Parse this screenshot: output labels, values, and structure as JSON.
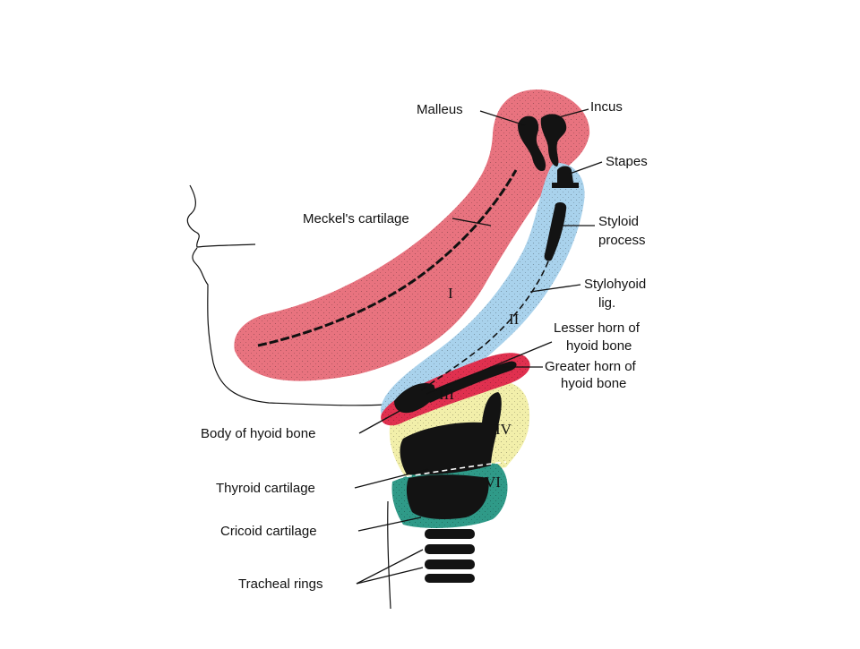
{
  "colors": {
    "arch1": "#e8737f",
    "arch2": "#a9d2ec",
    "arch3": "#e0304f",
    "arch4": "#f2efaa",
    "arch6": "#2f9a88",
    "bone": "#131313"
  },
  "labels": {
    "malleus": "Malleus",
    "incus": "Incus",
    "stapes": "Stapes",
    "meckels_cartilage": "Meckel's cartilage",
    "styloid_process_1": "Styloid",
    "styloid_process_2": "process",
    "stylohyoid_lig_1": "Stylohyoid",
    "stylohyoid_lig_2": "lig.",
    "lesser_horn_1": "Lesser horn of",
    "lesser_horn_2": "hyoid bone",
    "greater_horn_1": "Greater horn of",
    "greater_horn_2": "hyoid bone",
    "body_of_hyoid": "Body of hyoid bone",
    "thyroid_cartilage": "Thyroid cartilage",
    "cricoid_cartilage": "Cricoid cartilage",
    "tracheal_rings": "Tracheal rings"
  },
  "arch_numerals": {
    "first": "I",
    "second": "II",
    "third": "III",
    "fourth": "IV",
    "sixth": "VI"
  }
}
